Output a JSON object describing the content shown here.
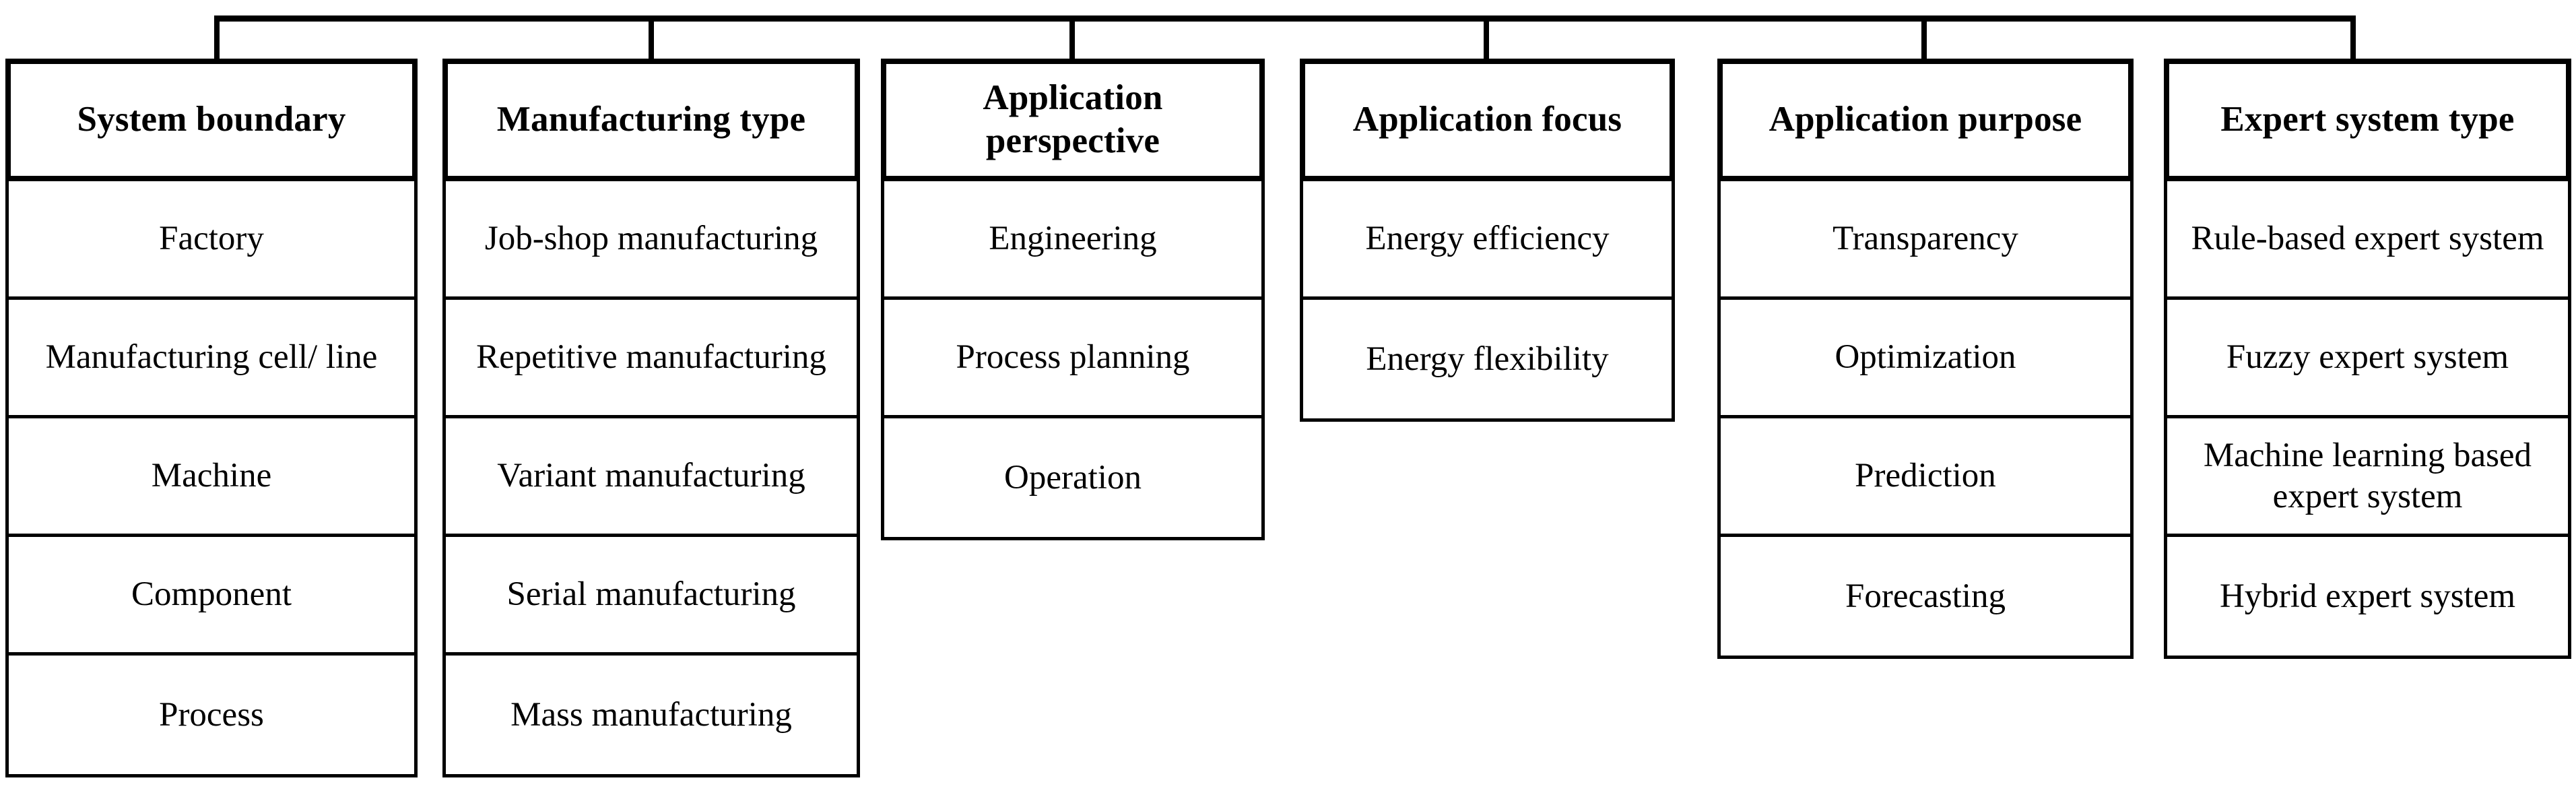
{
  "diagram": {
    "type": "morphological-box",
    "connector": {
      "bar_color": "#000000",
      "style": "tree-bracket"
    },
    "columns": [
      {
        "id": "system-boundary",
        "header": "System boundary",
        "items": [
          "Factory",
          "Manufacturing cell/ line",
          "Machine",
          "Component",
          "Process"
        ]
      },
      {
        "id": "manufacturing-type",
        "header": "Manufacturing type",
        "items": [
          "Job-shop manufacturing",
          "Repetitive manufacturing",
          "Variant manufacturing",
          "Serial manufacturing",
          "Mass manufacturing"
        ]
      },
      {
        "id": "application-perspective",
        "header": "Application perspective",
        "items": [
          "Engineering",
          "Process planning",
          "Operation"
        ]
      },
      {
        "id": "application-focus",
        "header": "Application focus",
        "items": [
          "Energy efficiency",
          "Energy flexibility"
        ]
      },
      {
        "id": "application-purpose",
        "header": "Application purpose",
        "items": [
          "Transparency",
          "Optimization",
          "Prediction",
          "Forecasting"
        ]
      },
      {
        "id": "expert-system-type",
        "header": "Expert system type",
        "items": [
          "Rule-based expert system",
          "Fuzzy expert system",
          "Machine learning based expert system",
          "Hybrid expert system"
        ]
      }
    ]
  }
}
